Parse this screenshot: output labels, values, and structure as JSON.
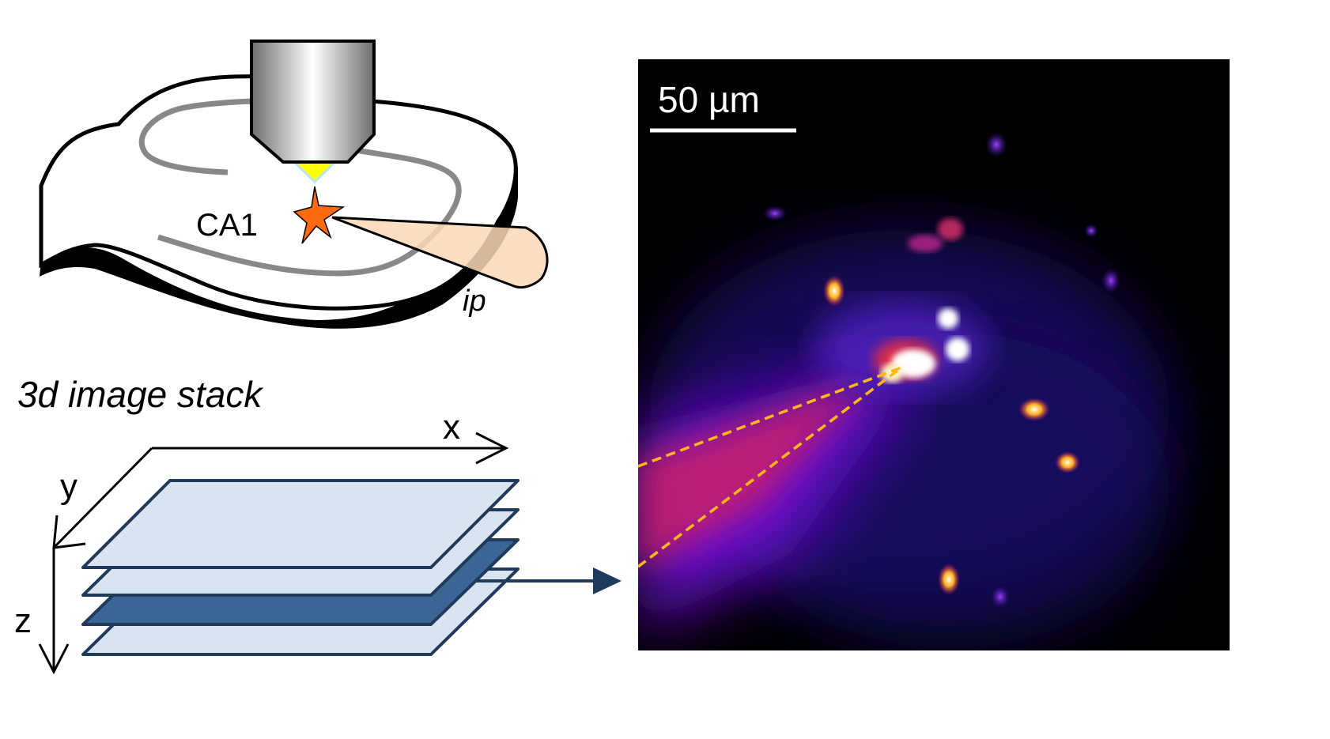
{
  "slice_panel": {
    "region_label": "CA1",
    "pipette_label": "ip"
  },
  "stack_panel": {
    "title": "3d image stack",
    "axis_x": "x",
    "axis_y": "y",
    "axis_z": "z"
  },
  "image_panel": {
    "scale_bar_label": "50 µm"
  },
  "colors": {
    "neuron": "#ff6a10",
    "pipette": "#fcd9b8",
    "plane_light": "#dae4f0",
    "plane_dark": "#3b6595",
    "plane_edge": "#1f3a5a",
    "dashed_cone": "#ffb81c"
  }
}
